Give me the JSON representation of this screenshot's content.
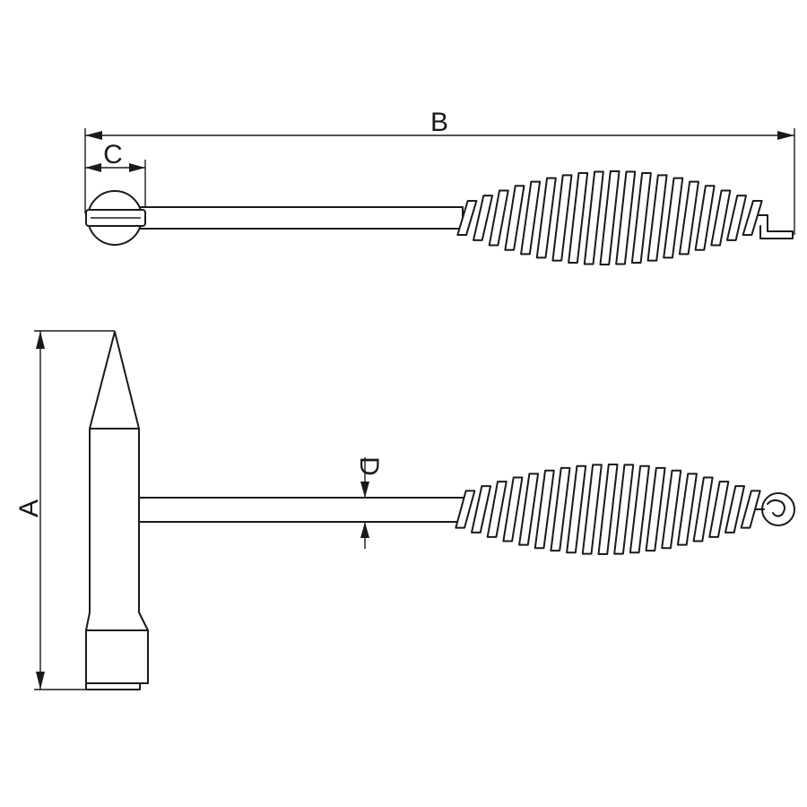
{
  "dimensions": {
    "A": "A",
    "B": "B",
    "C": "C",
    "D": "D"
  },
  "colors": {
    "line": "#1a1a1a",
    "background": "#ffffff"
  }
}
